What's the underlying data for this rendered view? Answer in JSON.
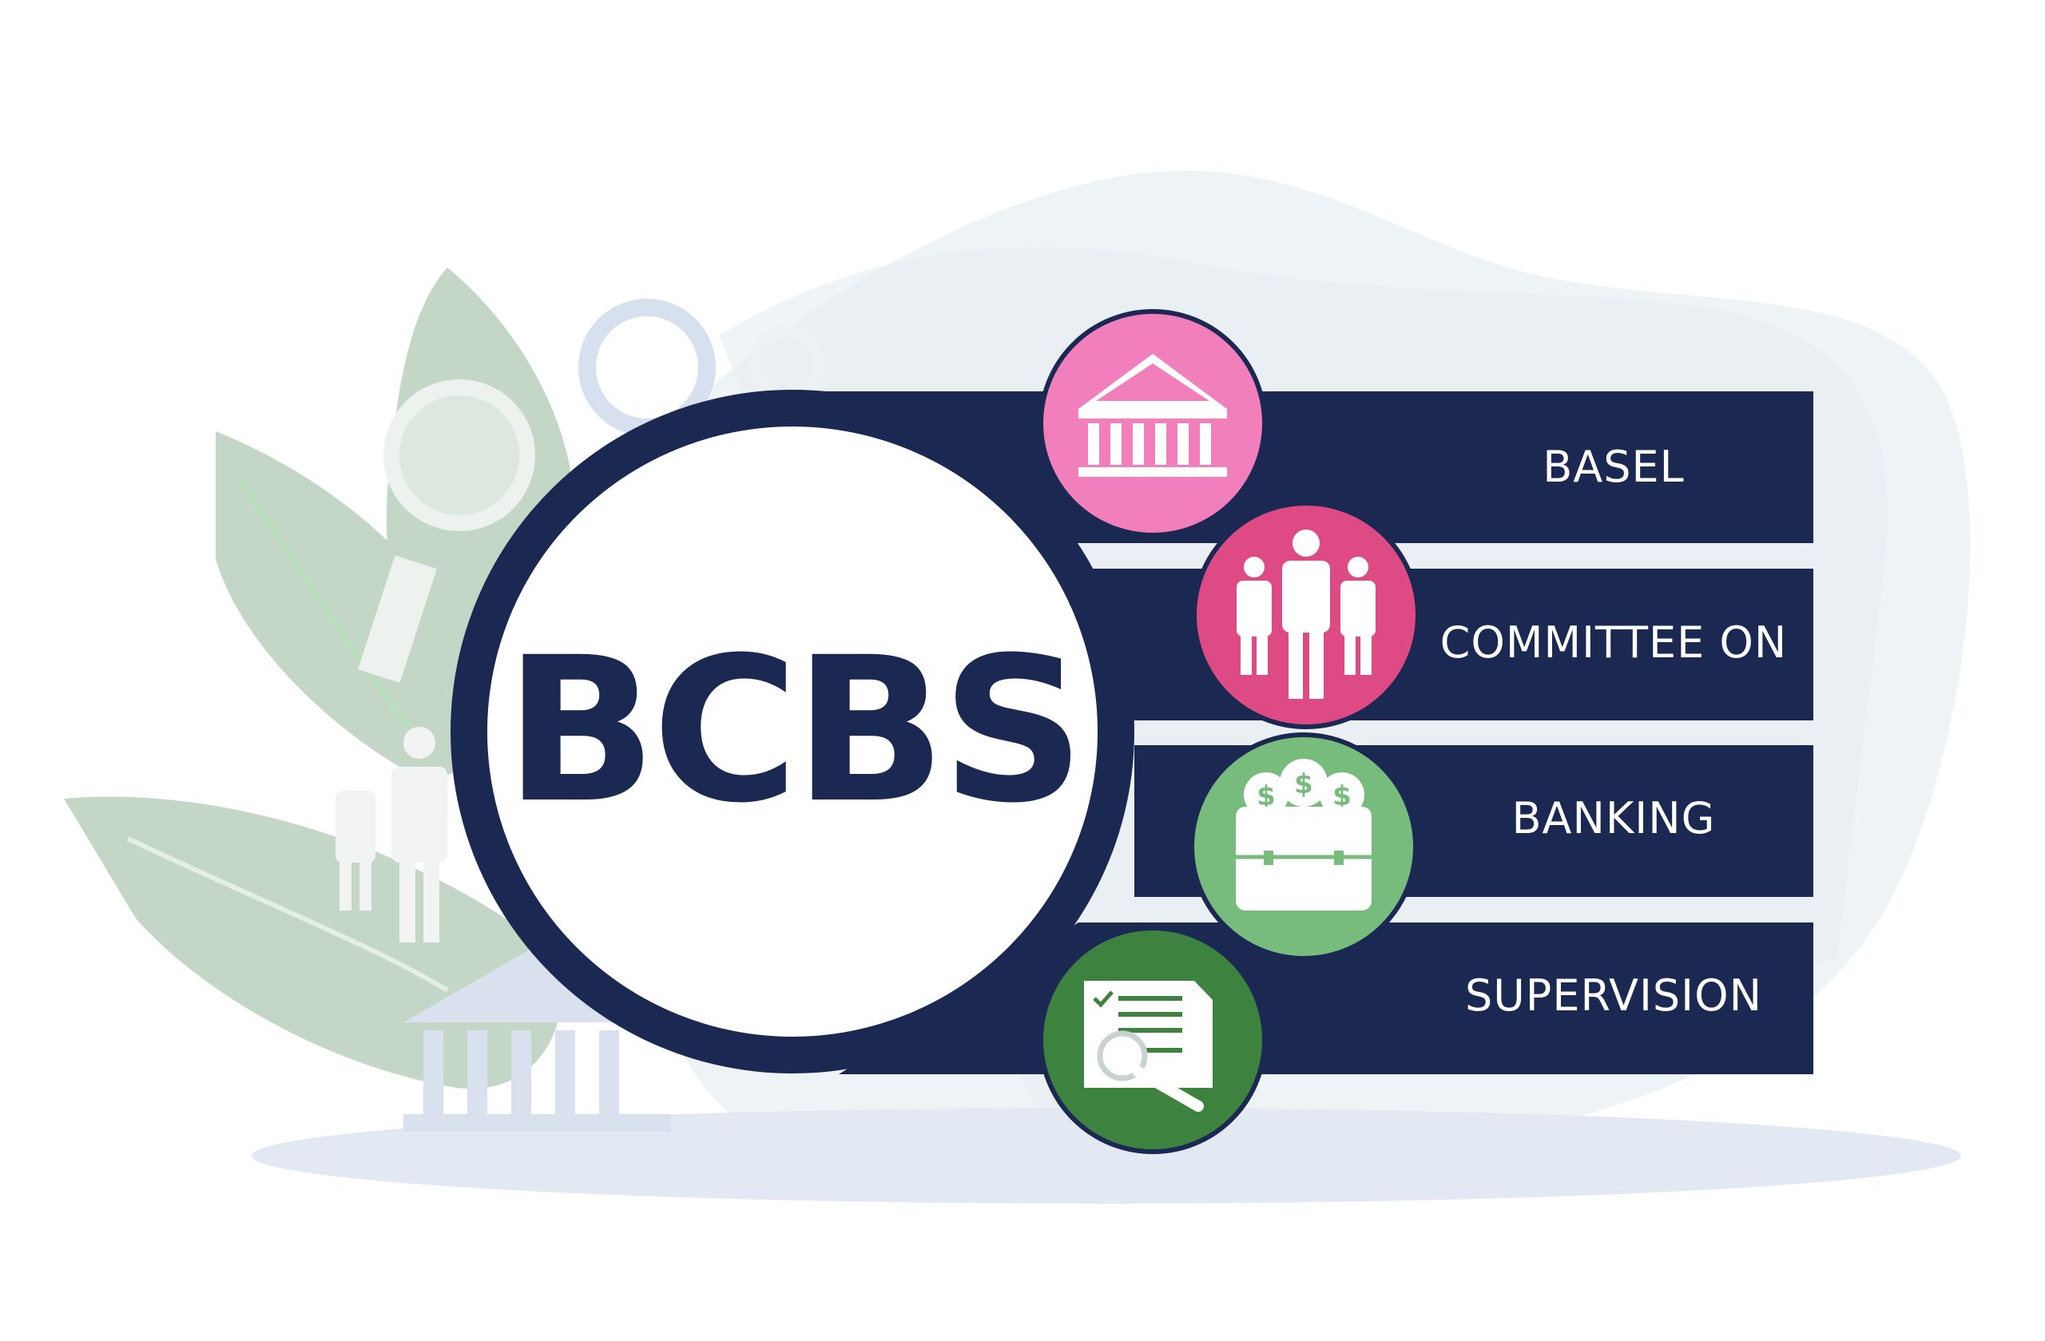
{
  "acronym": "BCBS",
  "rows": [
    {
      "label": "BASEL",
      "icon": "bank-icon",
      "color": "#f07fbb"
    },
    {
      "label": "COMMITTEE ON",
      "icon": "people-group-icon",
      "color": "#de4b84"
    },
    {
      "label": "BANKING",
      "icon": "money-briefcase-icon",
      "color": "#77bb7d"
    },
    {
      "label": "SUPERVISION",
      "icon": "document-inspection-icon",
      "color": "#3d833f"
    }
  ],
  "colors": {
    "navy": "#1b2852",
    "background_blob": "#eef3f6",
    "shadow": "#e3e9f3",
    "leaf": "#c4d7c6"
  }
}
